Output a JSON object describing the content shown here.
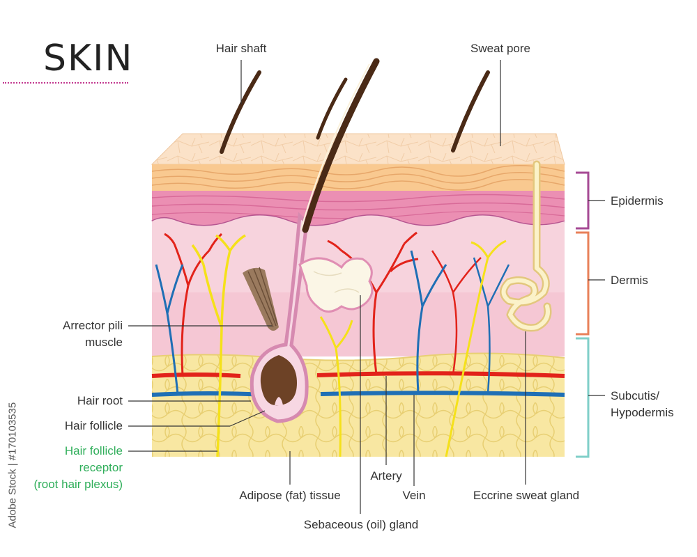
{
  "title": "SKIN",
  "labels": {
    "hair_shaft": "Hair shaft",
    "sweat_pore": "Sweat pore",
    "epidermis": "Epidermis",
    "dermis": "Dermis",
    "subcutis_line1": "Subcutis/",
    "subcutis_line2": "Hypodermis",
    "arrector_line1": "Arrector pili",
    "arrector_line2": "muscle",
    "hair_root": "Hair root",
    "hair_follicle": "Hair follicle",
    "receptor_line1": "Hair follicle",
    "receptor_line2": "receptor",
    "receptor_line3": "(root hair plexus)",
    "adipose": "Adipose (fat) tissue",
    "artery": "Artery",
    "vein": "Vein",
    "sebaceous": "Sebaceous (oil) gland",
    "eccrine": "Eccrine sweat gland"
  },
  "watermark": "Adobe Stock | #170103535",
  "colors": {
    "epidermis_bracket": "#a64a94",
    "dermis_bracket": "#e8805a",
    "subcutis_bracket": "#7fcfc8",
    "receptor_text": "#2fae5a",
    "title_rule": "#c2378f",
    "artery": "#e2231a",
    "vein": "#1f6fb5",
    "nerve": "#f5e11a"
  }
}
